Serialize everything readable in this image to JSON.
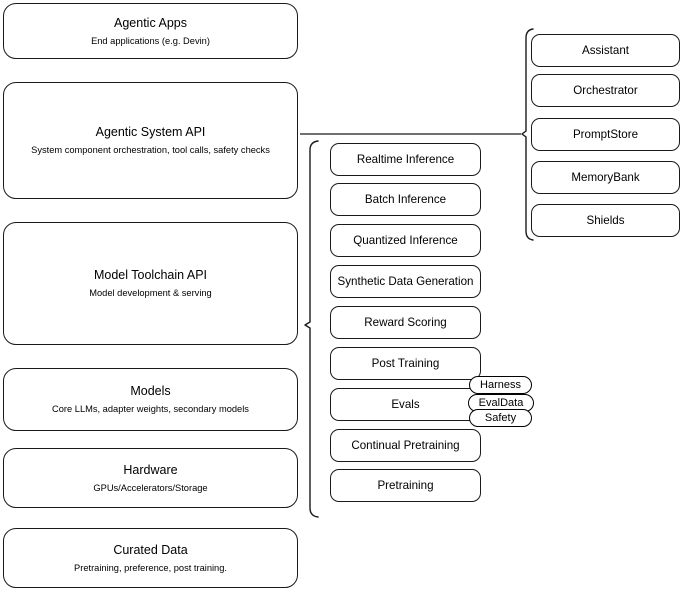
{
  "diagram": {
    "title": "AI Stack Architecture Diagram",
    "stroke_color": "#1a1a1a",
    "background_color": "#ffffff",
    "layers": [
      {
        "title": "Agentic Apps",
        "subtitle": "End applications (e.g. Devin)"
      },
      {
        "title": "Agentic System API",
        "subtitle": "System component orchestration, tool calls, safety checks"
      },
      {
        "title": "Model Toolchain API",
        "subtitle": "Model development & serving"
      },
      {
        "title": "Models",
        "subtitle": "Core LLMs, adapter weights, secondary models"
      },
      {
        "title": "Hardware",
        "subtitle": "GPUs/Accelerators/Storage"
      },
      {
        "title": "Curated Data",
        "subtitle": "Pretraining, preference, post training."
      }
    ],
    "toolchain_items": [
      {
        "label": "Realtime Inference"
      },
      {
        "label": "Batch Inference"
      },
      {
        "label": "Quantized Inference"
      },
      {
        "label": "Synthetic Data Generation"
      },
      {
        "label": "Reward Scoring"
      },
      {
        "label": "Post Training"
      },
      {
        "label": "Evals"
      },
      {
        "label": "Continual Pretraining"
      },
      {
        "label": "Pretraining"
      }
    ],
    "system_items": [
      {
        "label": "Assistant"
      },
      {
        "label": "Orchestrator"
      },
      {
        "label": "PromptStore"
      },
      {
        "label": "MemoryBank"
      },
      {
        "label": "Shields"
      }
    ],
    "eval_tags": [
      {
        "label": "Harness"
      },
      {
        "label": "EvalData"
      },
      {
        "label": "Safety"
      }
    ]
  }
}
